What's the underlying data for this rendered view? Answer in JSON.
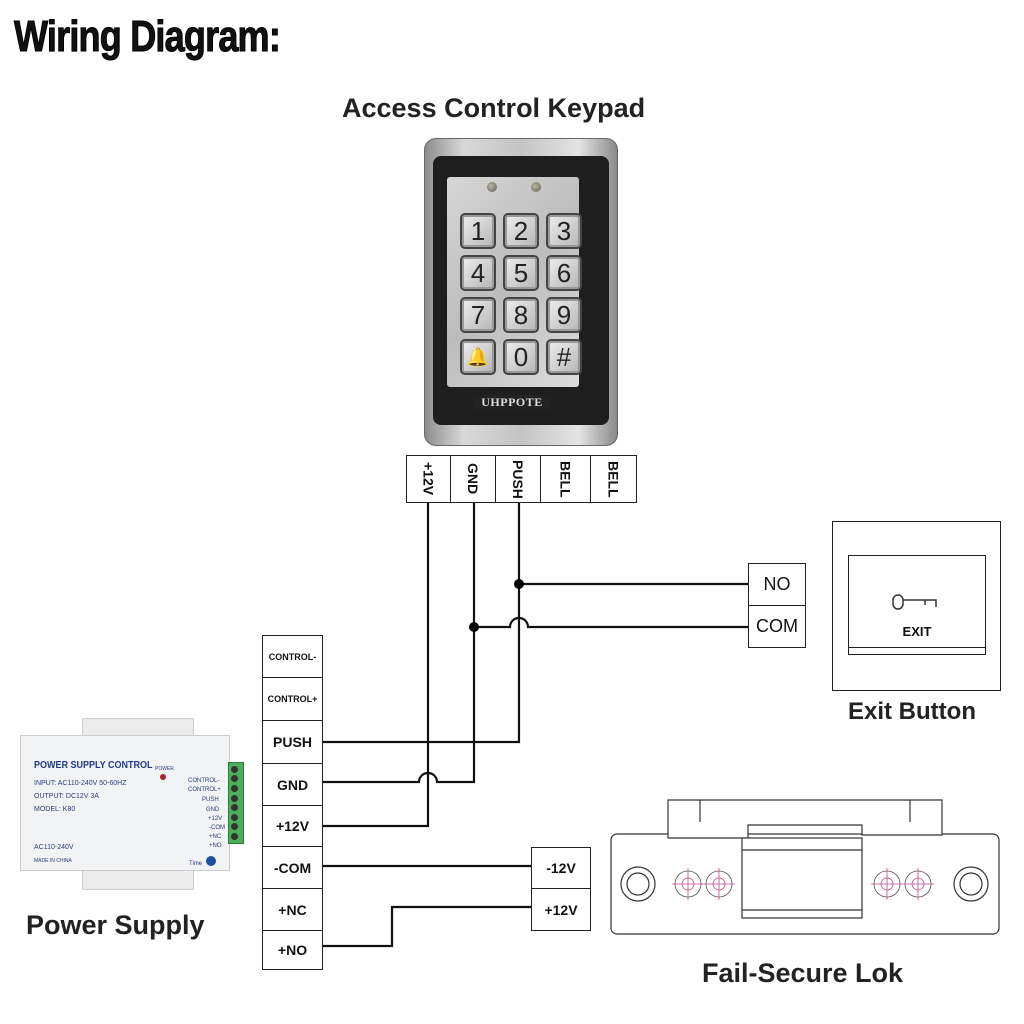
{
  "title": "Wiring Diagram:",
  "keypad": {
    "heading": "Access Control Keypad",
    "brand": "UHPPOTE",
    "keys": [
      "1",
      "2",
      "3",
      "4",
      "5",
      "6",
      "7",
      "8",
      "9",
      "🔔",
      "0",
      "#"
    ],
    "terminals": [
      "+12V",
      "GND",
      "PUSH",
      "BELL",
      "BELL"
    ]
  },
  "power_supply": {
    "heading": "Power Supply",
    "device": {
      "name": "POWER SUPPLY CONTROL",
      "input": "INPUT: AC110-240V  50-60HZ",
      "output": "OUTPUT: DC12V  3A",
      "model": "MODEL: K80",
      "ac": "AC110-240V",
      "made_in": "MADE IN CHINA",
      "power_led_label": "POWER",
      "time_label": "Time",
      "port_labels": [
        "CONTROL-",
        "CONTROL+",
        "PUSH",
        "GND",
        "+12V",
        "-COM",
        "+NC",
        "+NO"
      ]
    },
    "terminals": [
      "CONTROL-",
      "CONTROL+",
      "PUSH",
      "GND",
      "+12V",
      "-COM",
      "+NC",
      "+NO"
    ]
  },
  "exit_button": {
    "heading": "Exit Button",
    "face_label": "EXIT",
    "terminals": [
      "NO",
      "COM"
    ]
  },
  "lock": {
    "heading": "Fail-Secure Lok",
    "terminals": [
      "-12V",
      "+12V"
    ]
  },
  "connections": [
    {
      "from": "Keypad +12V",
      "to": "Power Supply +12V"
    },
    {
      "from": "Keypad GND",
      "to": "Power Supply GND"
    },
    {
      "from": "Keypad GND",
      "to": "Exit Button COM"
    },
    {
      "from": "Keypad PUSH",
      "to": "Power Supply PUSH"
    },
    {
      "from": "Keypad PUSH",
      "to": "Exit Button NO"
    },
    {
      "from": "Power Supply -COM",
      "to": "Lock -12V"
    },
    {
      "from": "Power Supply +NO",
      "to": "Lock +12V"
    }
  ]
}
